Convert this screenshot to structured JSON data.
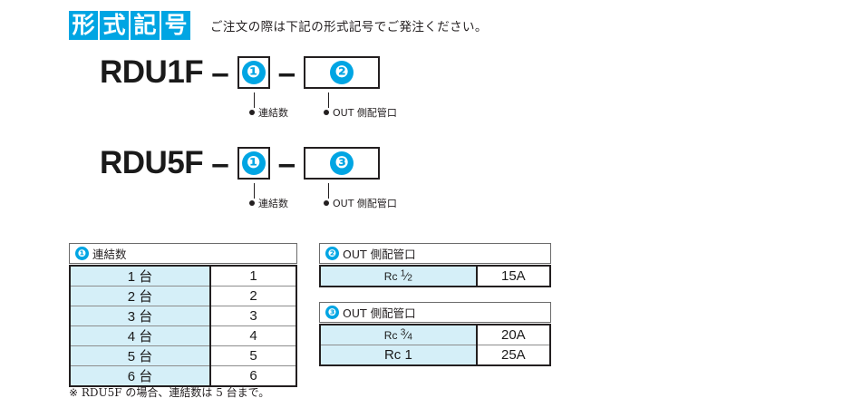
{
  "header": {
    "title_chars": [
      "形",
      "式",
      "記",
      "号"
    ],
    "note": "ご注文の際は下記の形式記号でご発注ください。"
  },
  "accent_color": "#00a5e3",
  "cell_fill_color": "#d5eff8",
  "model_rows": [
    {
      "name": "RDU1F",
      "separator": "–",
      "slot1": "❶",
      "slot2": "❷",
      "label1": "連結数",
      "label2": "OUT 側配管口"
    },
    {
      "name": "RDU5F",
      "separator": "–",
      "slot1": "❶",
      "slot2": "❸",
      "label1": "連結数",
      "label2": "OUT 側配管口"
    }
  ],
  "tables": {
    "renketsu": {
      "badge": "❶",
      "title": "連結数",
      "rows": [
        {
          "key": "1 台",
          "value": "1"
        },
        {
          "key": "2 台",
          "value": "2"
        },
        {
          "key": "3 台",
          "value": "3"
        },
        {
          "key": "4 台",
          "value": "4"
        },
        {
          "key": "5 台",
          "value": "5"
        },
        {
          "key": "6 台",
          "value": "6"
        }
      ]
    },
    "out_port_2": {
      "badge": "❷",
      "title": "OUT 側配管口",
      "rows": [
        {
          "key_base": "Rc",
          "key_num": "1",
          "key_den": "2",
          "value": "15A"
        }
      ]
    },
    "out_port_3": {
      "badge": "❸",
      "title": "OUT 側配管口",
      "rows": [
        {
          "key_base": "Rc",
          "key_num": "3",
          "key_den": "4",
          "value": "20A"
        },
        {
          "key_base": "Rc 1",
          "key_num": "",
          "key_den": "",
          "value": "25A"
        }
      ]
    }
  },
  "footnote": "※ RDU5F の場合、連結数は 5 台まで。"
}
